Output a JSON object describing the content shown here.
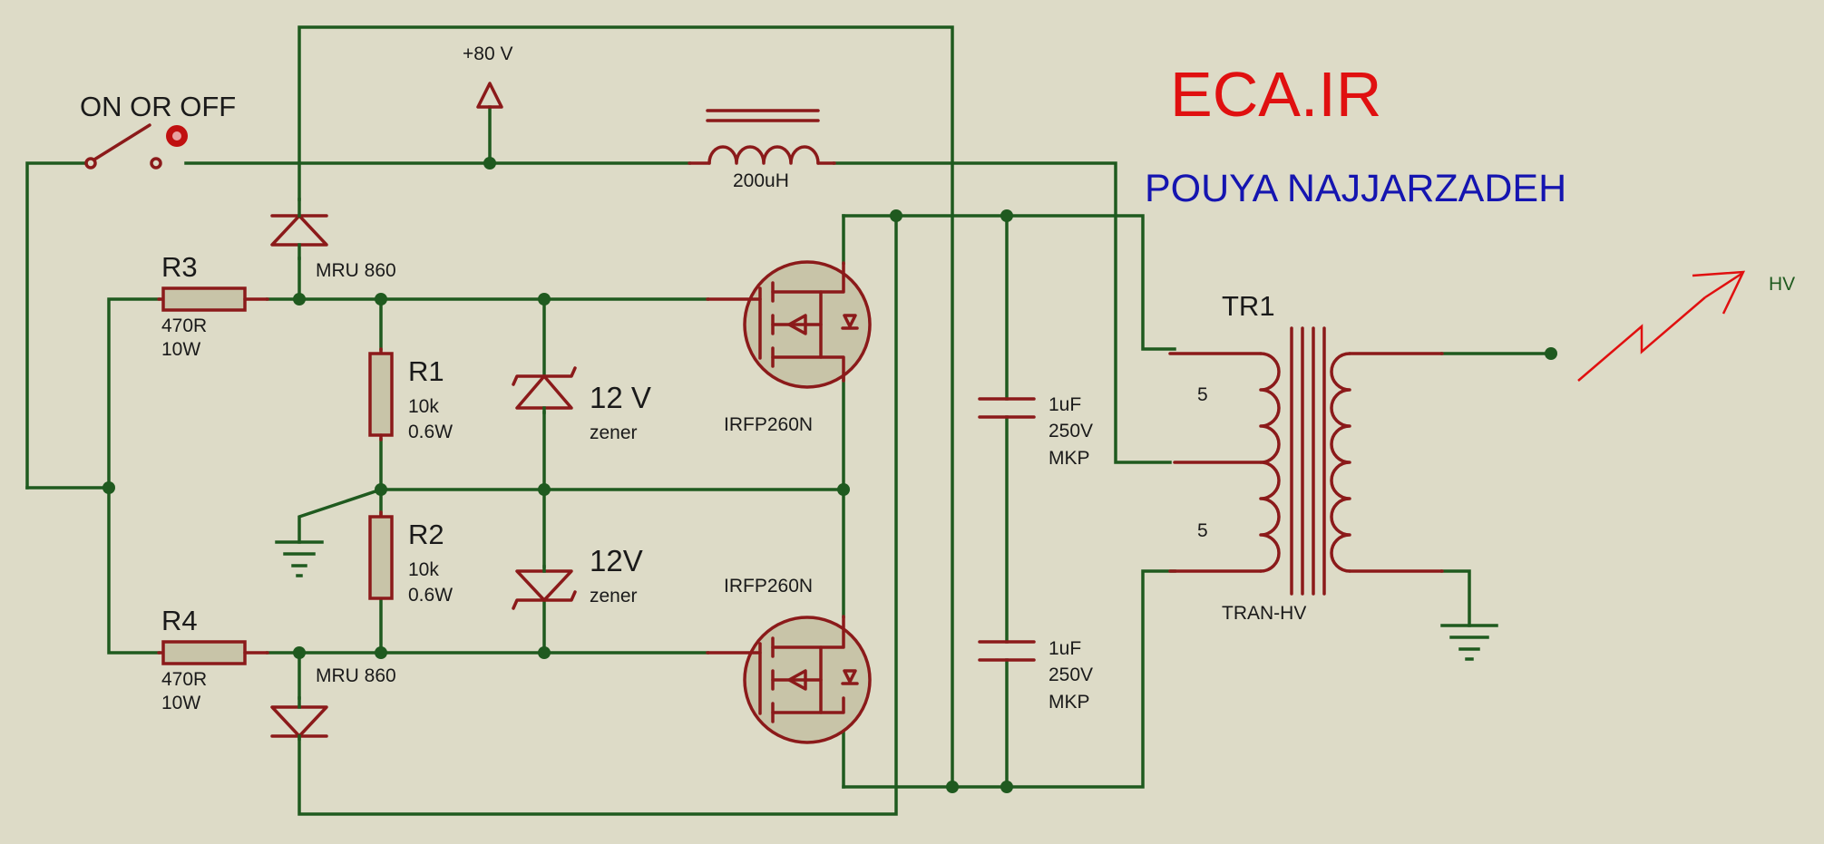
{
  "title": "ECA.IR",
  "author": "POUYA NAJJARZADEH",
  "colors": {
    "background": "#dddbc7",
    "wire": "#1f5a1f",
    "component": "#8b1a1a",
    "title": "#e01010",
    "author": "#1515b0"
  },
  "switch": {
    "label": "ON OR OFF"
  },
  "supply": {
    "label": "+80 V"
  },
  "inductor": {
    "value": "200uH"
  },
  "diode_top": {
    "name": "MRU 860"
  },
  "diode_bottom": {
    "name": "MRU 860"
  },
  "r3": {
    "name": "R3",
    "value": "470R",
    "power": "10W"
  },
  "r4": {
    "name": "R4",
    "value": "470R",
    "power": "10W"
  },
  "r1": {
    "name": "R1",
    "value": "10k",
    "power": "0.6W"
  },
  "r2": {
    "name": "R2",
    "value": "10k",
    "power": "0.6W"
  },
  "zener_top": {
    "value": "12 V",
    "type": "zener"
  },
  "zener_bottom": {
    "value": "12V",
    "type": "zener"
  },
  "mosfet_top": {
    "name": "IRFP260N"
  },
  "mosfet_bottom": {
    "name": "IRFP260N"
  },
  "cap_top": {
    "value": "1uF",
    "voltage": "250V",
    "type": "MKP"
  },
  "cap_bottom": {
    "value": "1uF",
    "voltage": "250V",
    "type": "MKP"
  },
  "transformer": {
    "name": "TR1",
    "type": "TRAN-HV",
    "turns_top": "5",
    "turns_bottom": "5"
  },
  "output": {
    "label": "HV"
  }
}
